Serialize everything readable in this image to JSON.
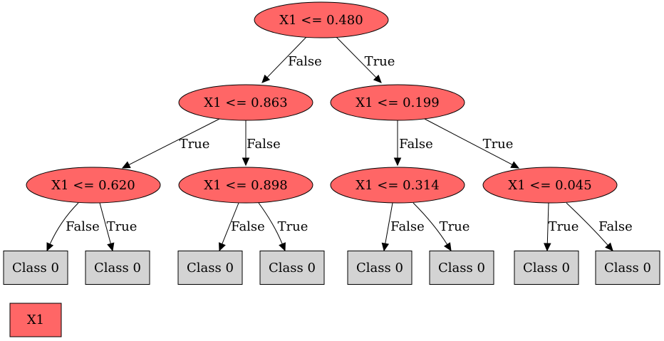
{
  "colors": {
    "split_node": "#ff6666",
    "leaf_node": "#d3d3d3",
    "edge": "#000000"
  },
  "nodes": [
    {
      "id": "n0",
      "label": "X1 <= 0.480"
    },
    {
      "id": "n1",
      "label": "X1 <= 0.863"
    },
    {
      "id": "n2",
      "label": "X1 <= 0.199"
    },
    {
      "id": "n3",
      "label": "X1 <= 0.620"
    },
    {
      "id": "n4",
      "label": "X1 <= 0.898"
    },
    {
      "id": "n5",
      "label": "X1 <= 0.314"
    },
    {
      "id": "n6",
      "label": "X1 <= 0.045"
    }
  ],
  "leaves": [
    {
      "id": "l0",
      "label": "Class 0"
    },
    {
      "id": "l1",
      "label": "Class 0"
    },
    {
      "id": "l2",
      "label": "Class 0"
    },
    {
      "id": "l3",
      "label": "Class 0"
    },
    {
      "id": "l4",
      "label": "Class 0"
    },
    {
      "id": "l5",
      "label": "Class 0"
    },
    {
      "id": "l6",
      "label": "Class 0"
    },
    {
      "id": "l7",
      "label": "Class 0"
    }
  ],
  "edges": [
    {
      "from": "n0",
      "to": "n1",
      "label": "False"
    },
    {
      "from": "n0",
      "to": "n2",
      "label": "True"
    },
    {
      "from": "n1",
      "to": "n3",
      "label": "True"
    },
    {
      "from": "n1",
      "to": "n4",
      "label": "False"
    },
    {
      "from": "n2",
      "to": "n5",
      "label": "False"
    },
    {
      "from": "n2",
      "to": "n6",
      "label": "True"
    },
    {
      "from": "n3",
      "to": "l0",
      "label": "False"
    },
    {
      "from": "n3",
      "to": "l1",
      "label": "True"
    },
    {
      "from": "n4",
      "to": "l2",
      "label": "False"
    },
    {
      "from": "n4",
      "to": "l3",
      "label": "True"
    },
    {
      "from": "n5",
      "to": "l4",
      "label": "False"
    },
    {
      "from": "n5",
      "to": "l5",
      "label": "True"
    },
    {
      "from": "n6",
      "to": "l6",
      "label": "True"
    },
    {
      "from": "n6",
      "to": "l7",
      "label": "False"
    }
  ],
  "legend": {
    "label": "X1"
  }
}
